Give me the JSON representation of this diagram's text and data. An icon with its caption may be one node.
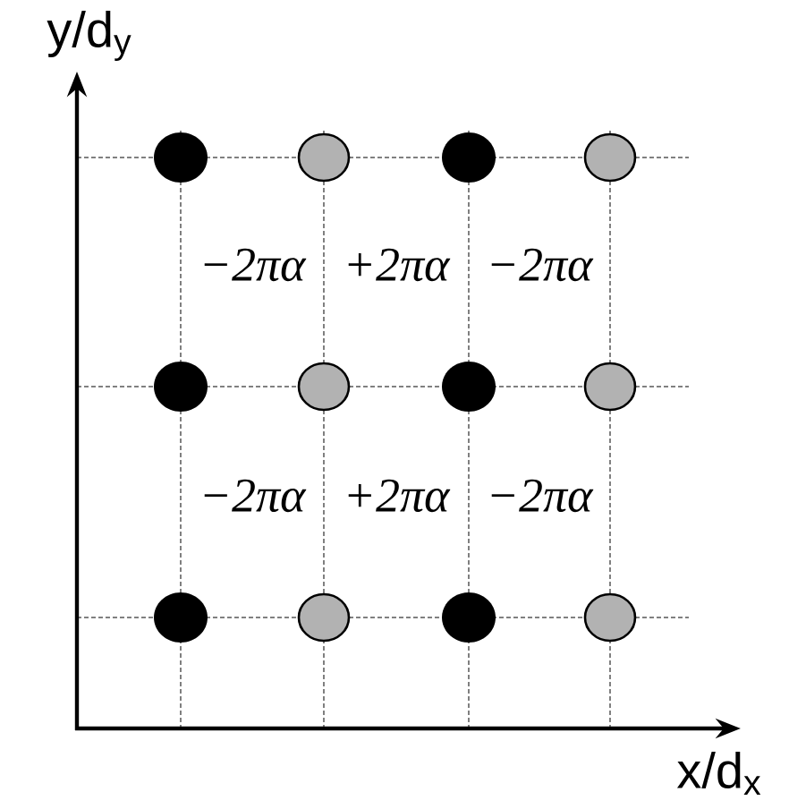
{
  "diagram": {
    "labels": [
      "y/d$_{y}$",
      "−2πα",
      "+2πα",
      "−2πα",
      "−2πα",
      "+2πα",
      "−2πα",
      "x/d$_{x}$"
    ]
  }
}
